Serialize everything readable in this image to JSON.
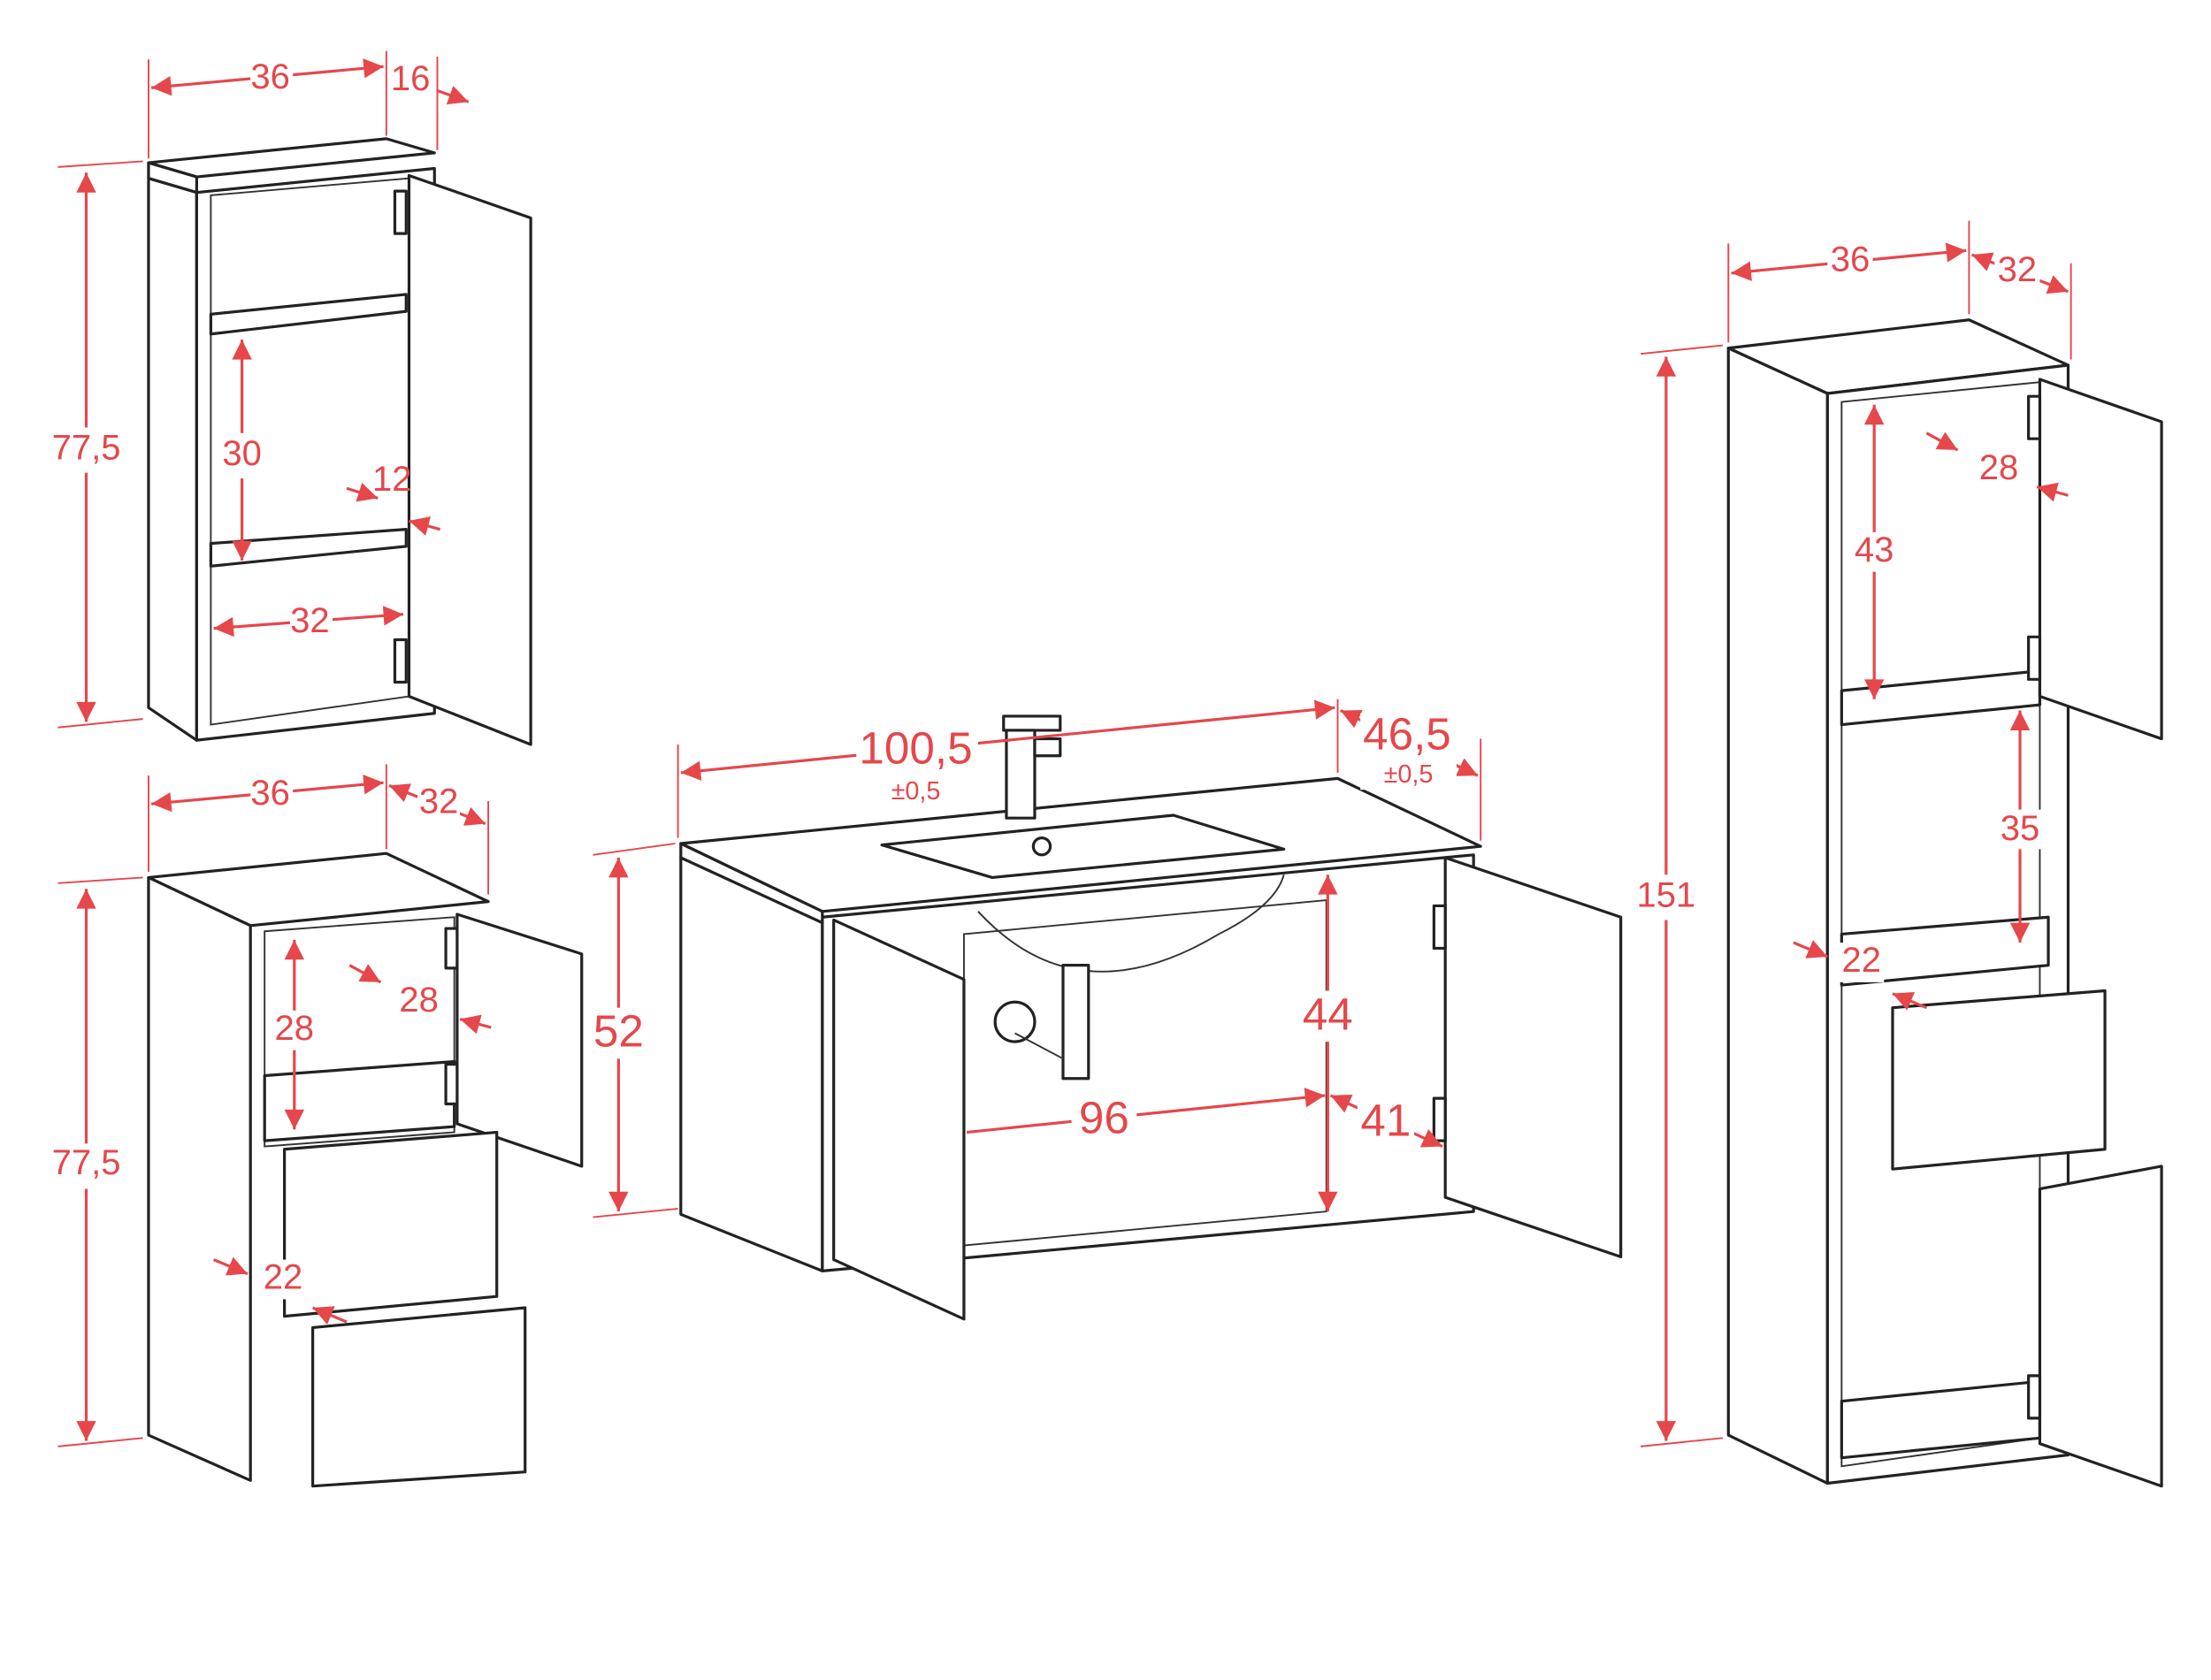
{
  "colors": {
    "dimension": "#e5474b",
    "outline": "#222222"
  },
  "wall_cabinet": {
    "width": "36",
    "depth": "16",
    "height": "77,5",
    "shelf_spacing": "30",
    "door_inset": "12",
    "inner_width": "32"
  },
  "base_cabinet": {
    "width": "36",
    "depth": "32",
    "height": "77,5",
    "compartment_height": "28",
    "inner_depth": "28",
    "drawer_depth": "22"
  },
  "vanity": {
    "width": "100,5",
    "width_tolerance": "±0,5",
    "depth": "46,5",
    "depth_tolerance": "±0,5",
    "height": "52",
    "inner_height": "44",
    "inner_width": "96",
    "inner_depth": "41"
  },
  "tall_cabinet": {
    "width": "36",
    "depth": "32",
    "height": "151",
    "inner_depth": "28",
    "upper_compartment": "43",
    "middle_compartment": "35",
    "drawer_depth": "22"
  }
}
